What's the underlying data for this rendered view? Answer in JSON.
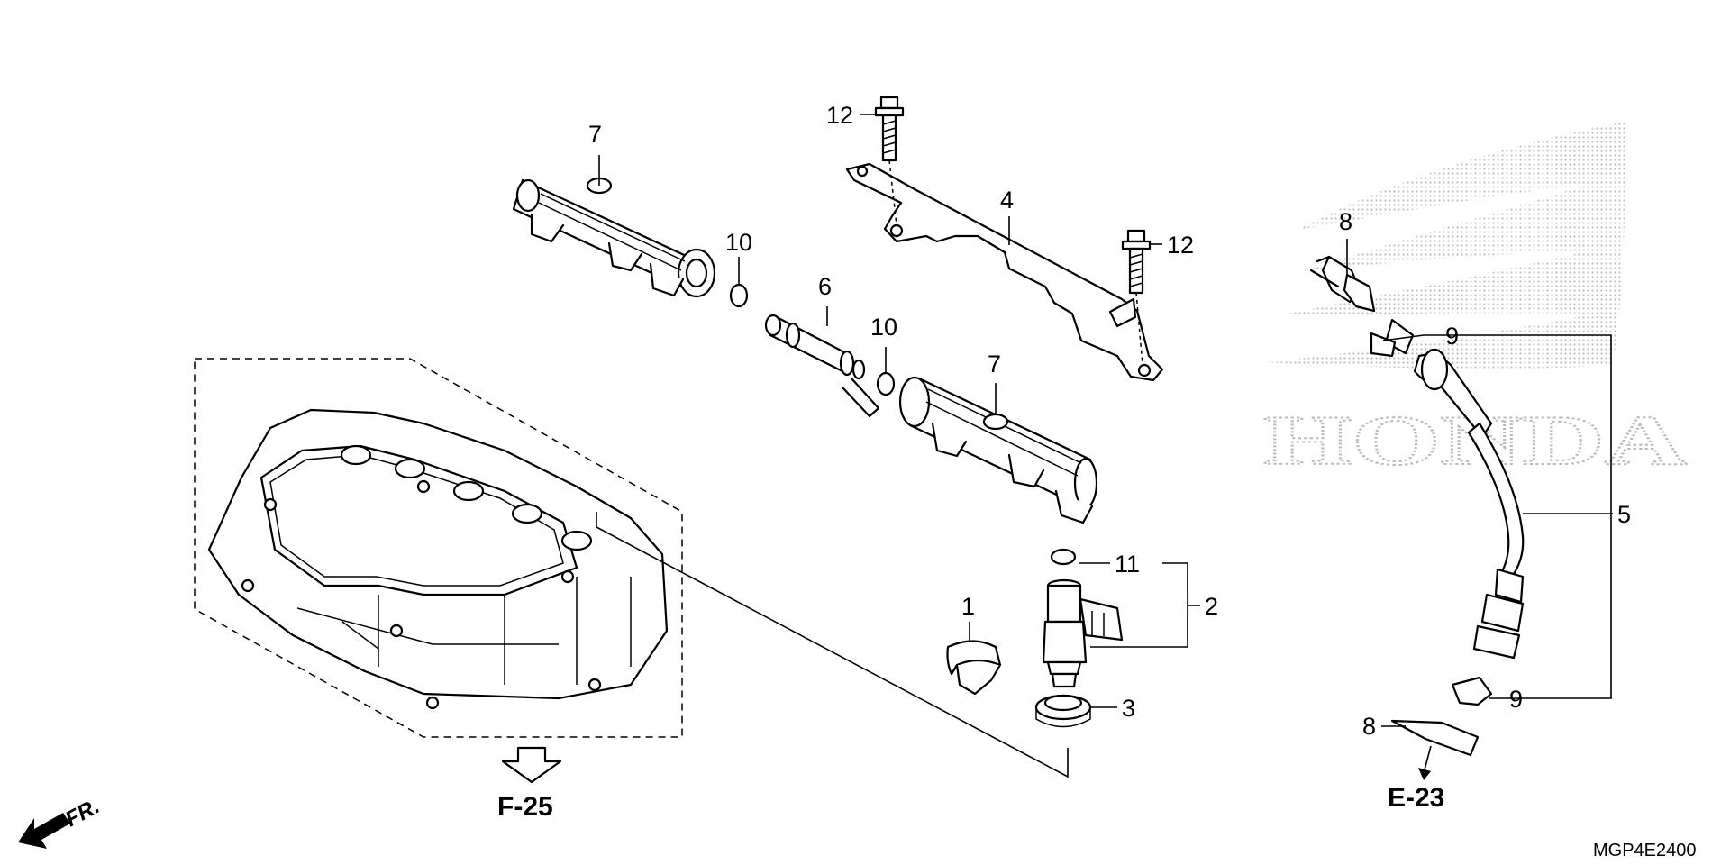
{
  "diagram": {
    "callouts": {
      "c1": "1",
      "c2": "2",
      "c3": "3",
      "c4": "4",
      "c5": "5",
      "c6": "6",
      "c7a": "7",
      "c7b": "7",
      "c8a": "8",
      "c8b": "8",
      "c9a": "9",
      "c9b": "9",
      "c10a": "10",
      "c10b": "10",
      "c11": "11",
      "c12a": "12",
      "c12b": "12"
    },
    "references": {
      "f25": "F-25",
      "e23": "E-23"
    },
    "direction_label": "FR.",
    "drawing_code": "MGP4E2400",
    "watermark": {
      "brand_text": "HONDA",
      "fill_color": "#c8c8c8"
    }
  }
}
